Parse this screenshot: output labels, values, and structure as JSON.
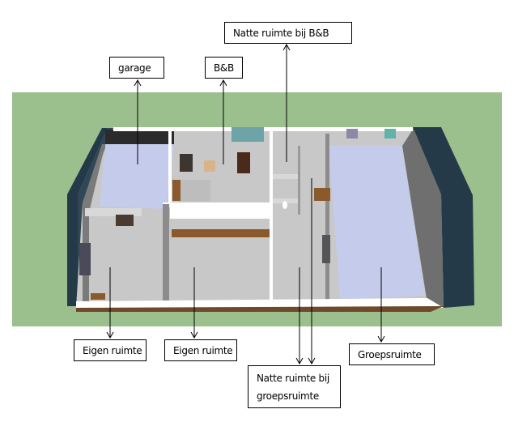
{
  "labels": {
    "garage": "garage",
    "bnb": "B&B",
    "natte_bnb": "Natte ruimte bij B&B",
    "eigen_1": "Eigen ruimte",
    "eigen_2": "Eigen ruimte",
    "natte_groep_line1": "Natte ruimte bij",
    "natte_groep_line2": "groepsruimte",
    "groepsruimte": "Groepsruimte"
  },
  "colors": {
    "ground": "#9bbf8d",
    "large_floor": "#c5cbeb",
    "room_floor": "#c8c8c8",
    "exterior_wall": "#253a48",
    "interior_wall": "#7a7a7a",
    "wood": "#8a5a2c"
  }
}
